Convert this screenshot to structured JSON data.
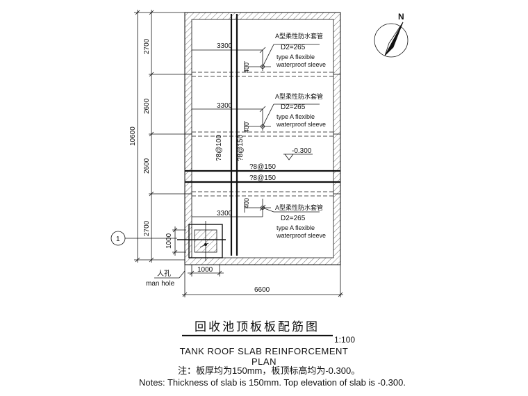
{
  "drawing": {
    "dims_vertical": [
      "2700",
      "2600",
      "2600",
      "2700"
    ],
    "dim_total_vertical": "10600",
    "dim_width": "6600",
    "dim_manhole_w": "1000",
    "dim_manhole_h": "1000",
    "offset_3300": "3300",
    "offset_400": "400",
    "sleeve_label_cn": "A型柔性防水套管",
    "sleeve_d": "D2=265",
    "sleeve_label_en_1": "type A flexible",
    "sleeve_label_en_2": "waterproof sleeve",
    "rebar_v1": "?8@100",
    "rebar_v2": "?8@150",
    "rebar_h1": "?8@150",
    "rebar_h2": "?8@150",
    "elevation": "-0.300",
    "manhole_cn": "人孔",
    "manhole_en": "man hole",
    "axis_label": "1",
    "north": "N"
  },
  "title_cn": "回收池顶板板配筋图",
  "scale": "1:100",
  "title_en": "TANK ROOF SLAB REINFORCEMENT PLAN",
  "note_cn": "注：板厚均为150mm，板顶标高均为-0.300。",
  "note_en": "Notes: Thickness of slab is 150mm. Top elevation of slab is -0.300."
}
